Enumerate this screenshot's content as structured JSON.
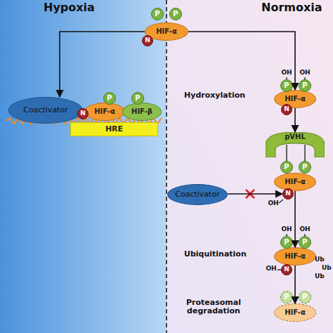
{
  "diagram": {
    "nodes": [
      {
        "text": [
          "HIF-α"
        ]
      },
      {
        "text": [
          "P"
        ]
      },
      {
        "text": [
          "P"
        ]
      },
      {
        "text": [
          "N"
        ]
      },
      {
        "text": [
          "Coactivator"
        ]
      },
      {
        "text": [
          "N"
        ]
      },
      {
        "text": [
          "HIF-α"
        ]
      },
      {
        "text": [
          "P"
        ]
      },
      {
        "text": [
          "HIF-β"
        ]
      },
      {
        "text": [
          "P"
        ]
      },
      {
        "text": [
          "HRE"
        ]
      },
      {
        "text": [
          "HIF-α"
        ]
      },
      {
        "text": [
          "P"
        ]
      },
      {
        "text": [
          "P"
        ]
      },
      {
        "text": [
          "N"
        ]
      },
      {
        "text": [
          "pVHL"
        ]
      },
      {
        "text": [
          "HIF-α"
        ]
      },
      {
        "text": [
          "P"
        ]
      },
      {
        "text": [
          "P"
        ]
      },
      {
        "text": [
          "N"
        ]
      },
      {
        "text": [
          "Coactivator"
        ]
      },
      {
        "text": [
          "HIF-α"
        ]
      },
      {
        "text": [
          "P"
        ]
      },
      {
        "text": [
          "P"
        ]
      },
      {
        "text": [
          "N"
        ]
      },
      {
        "text": [
          "HIF-α"
        ]
      },
      {
        "text": [
          "P"
        ]
      },
      {
        "text": [
          "P"
        ]
      }
    ],
    "edges": [
      {
        "from": 0,
        "to": 4,
        "arrow": "to"
      },
      {
        "from": 0,
        "to": 11,
        "arrow": "to"
      },
      {
        "from": 11,
        "to": 15,
        "arrow": "to"
      },
      {
        "from": 20,
        "to": 19,
        "arrow": "to"
      },
      {
        "from": 16,
        "to": 21,
        "arrow": "to"
      },
      {
        "from": 21,
        "to": 25,
        "arrow": "to"
      }
    ],
    "labels": [
      "Hypoxia",
      "Normoxia",
      "Hydroxylation",
      "OH",
      "OH",
      "OH",
      "Ubiquitination",
      "OH",
      "OH",
      "OH",
      "Ub",
      "Ub",
      "Ub",
      "Proteasomal degradation"
    ]
  }
}
